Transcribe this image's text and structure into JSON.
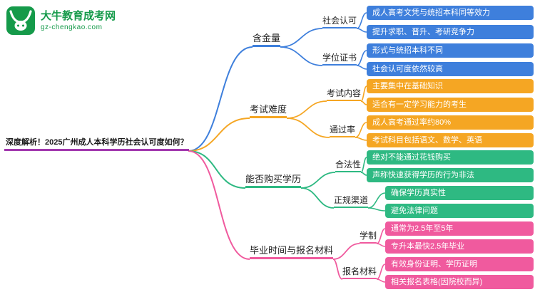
{
  "logo": {
    "name": "大牛教育成考网",
    "domain": "gz-chengkao.com",
    "icon": "bull-logo",
    "brand_color": "#159a4a"
  },
  "root": {
    "label": "深度解析！2025广州成人本科学历社会认可度如何？",
    "color": "#a238ae"
  },
  "branches": [
    {
      "label": "含金量",
      "color": "#3e7fdc",
      "children": [
        {
          "label": "社会认可",
          "leaves": [
            "成人高考文凭与统招本科同等效力",
            "提升求职、晋升、考研竞争力"
          ]
        },
        {
          "label": "学位证书",
          "leaves": [
            "形式与统招本科不同",
            "社会认可度依然较高"
          ]
        }
      ]
    },
    {
      "label": "考试难度",
      "color": "#f5a623",
      "children": [
        {
          "label": "考试内容",
          "leaves": [
            "主要集中在基础知识",
            "适合有一定学习能力的考生"
          ]
        },
        {
          "label": "通过率",
          "leaves": [
            "成人高考通过率约80%",
            "考试科目包括语文、数学、英语"
          ]
        }
      ]
    },
    {
      "label": "能否购买学历",
      "color": "#2eb982",
      "children": [
        {
          "label": "合法性",
          "leaves": [
            "绝对不能通过花钱购买",
            "声称快速获得学历的行为非法"
          ]
        },
        {
          "label": "正规渠道",
          "leaves": [
            "确保学历真实性",
            "避免法律问题"
          ]
        }
      ]
    },
    {
      "label": "毕业时间与报名材料",
      "color": "#f05a9e",
      "children": [
        {
          "label": "学制",
          "leaves": [
            "通常为2.5年至5年",
            "专升本最快2.5年毕业"
          ]
        },
        {
          "label": "报名材料",
          "leaves": [
            "有效身份证明、学历证明",
            "相关报名表格(因院校而异)"
          ]
        }
      ]
    }
  ]
}
